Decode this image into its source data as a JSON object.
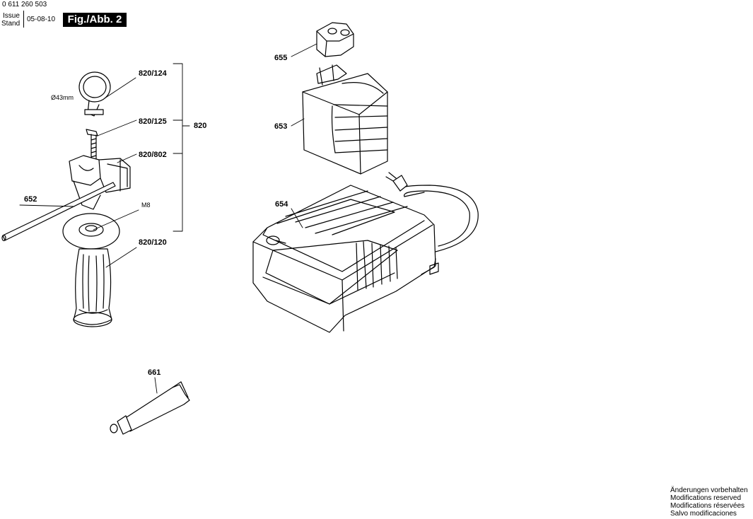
{
  "header": {
    "part_number": "0 611 260 503",
    "issue_label": "Issue",
    "stand_label": "Stand",
    "issue_date": "05-08-10",
    "figure_label": "Fig./Abb. 2"
  },
  "callouts": {
    "c655": "655",
    "c653": "653",
    "c654": "654",
    "c820": "820",
    "c820_124": "820/124",
    "c820_125": "820/125",
    "c820_802": "820/802",
    "c820_120": "820/120",
    "c652": "652",
    "c661": "661",
    "diameter": "Ø43mm",
    "thread": "M8"
  },
  "notice": {
    "line1": "Änderungen vorbehalten",
    "line2": "Modifications reserved",
    "line3": "Modifications réservées",
    "line4": "Salvo modificaciones"
  }
}
